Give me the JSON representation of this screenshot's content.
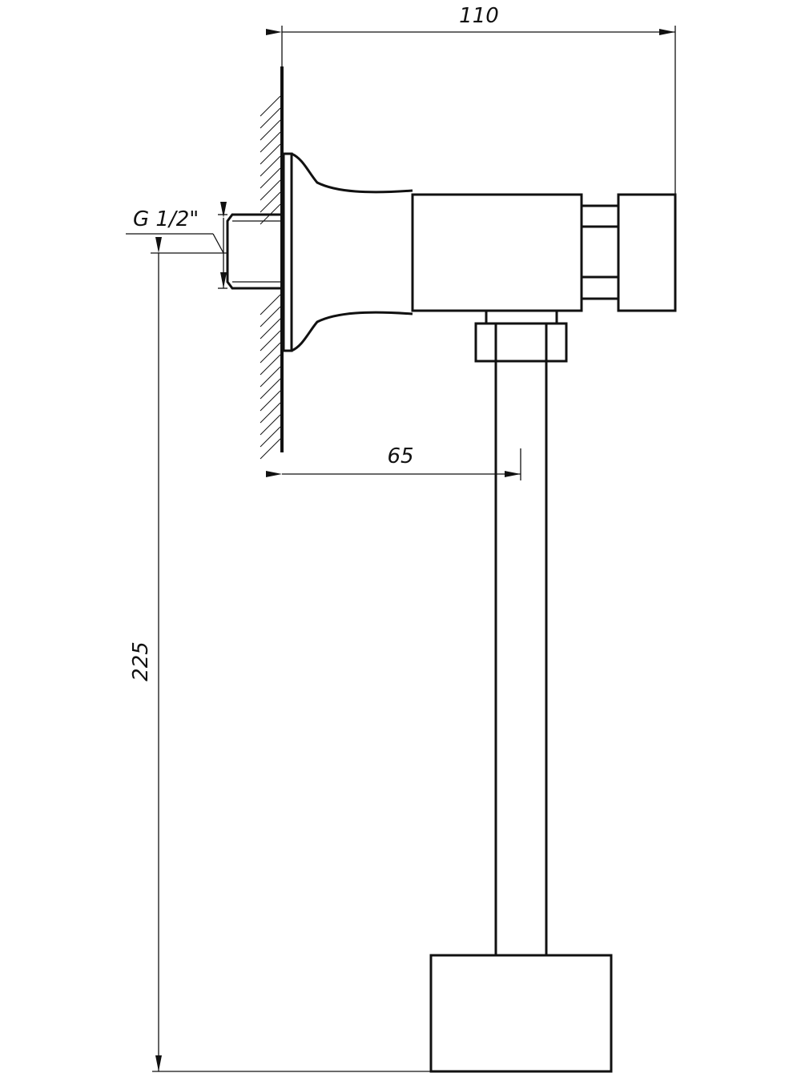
{
  "dimensions": {
    "width_label": "110",
    "projection_label": "65",
    "height_label": "225",
    "thread_label": "G 1/2\""
  },
  "colors": {
    "line": "#111111",
    "background": "#ffffff"
  }
}
